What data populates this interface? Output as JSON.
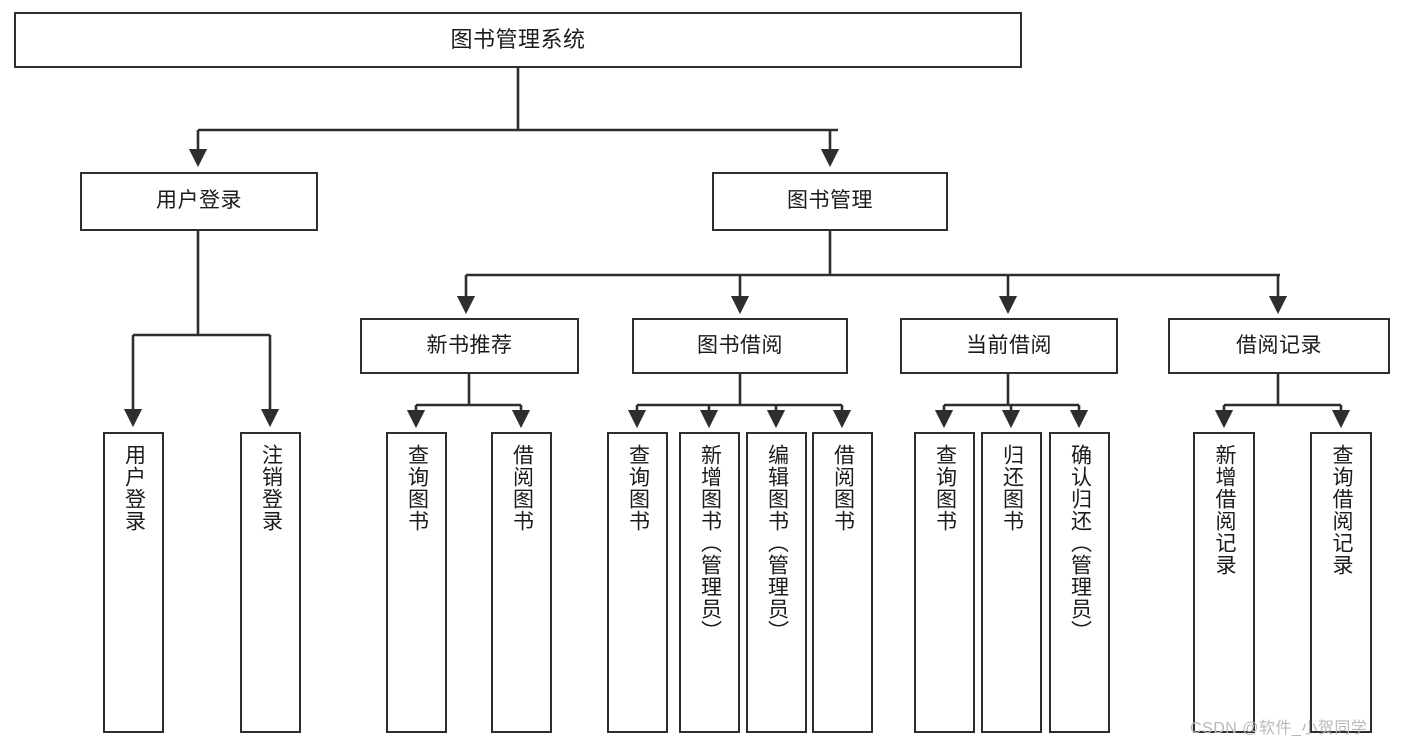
{
  "diagram": {
    "title": "图书管理系统",
    "type": "tree-hierarchy",
    "colors": {
      "box_border": "#2e2e2e",
      "box_fill": "#ffffff",
      "edge": "#2e2e2e",
      "text": "#1b1b1b",
      "watermark": "#b9b9b9",
      "background": "#ffffff"
    },
    "levels": {
      "root": {
        "label": "图书管理系统"
      },
      "level2": [
        {
          "label": "用户登录"
        },
        {
          "label": "图书管理"
        }
      ],
      "level3": [
        {
          "label": "新书推荐"
        },
        {
          "label": "图书借阅"
        },
        {
          "label": "当前借阅"
        },
        {
          "label": "借阅记录"
        }
      ],
      "leaves": {
        "user_login": [
          {
            "label": "用户登录"
          },
          {
            "label": "注销登录"
          }
        ],
        "new_book_recommend": [
          {
            "label": "查询图书"
          },
          {
            "label": "借阅图书"
          }
        ],
        "book_borrow": [
          {
            "label": "查询图书"
          },
          {
            "label": "新增图书（管理员）"
          },
          {
            "label": "编辑图书（管理员）"
          },
          {
            "label": "借阅图书"
          }
        ],
        "current_borrow": [
          {
            "label": "查询图书"
          },
          {
            "label": "归还图书"
          },
          {
            "label": "确认归还（管理员）"
          }
        ],
        "borrow_record": [
          {
            "label": "新增借阅记录"
          },
          {
            "label": "查询借阅记录"
          }
        ]
      }
    },
    "watermark": "CSDN @软件_小贺同学"
  }
}
